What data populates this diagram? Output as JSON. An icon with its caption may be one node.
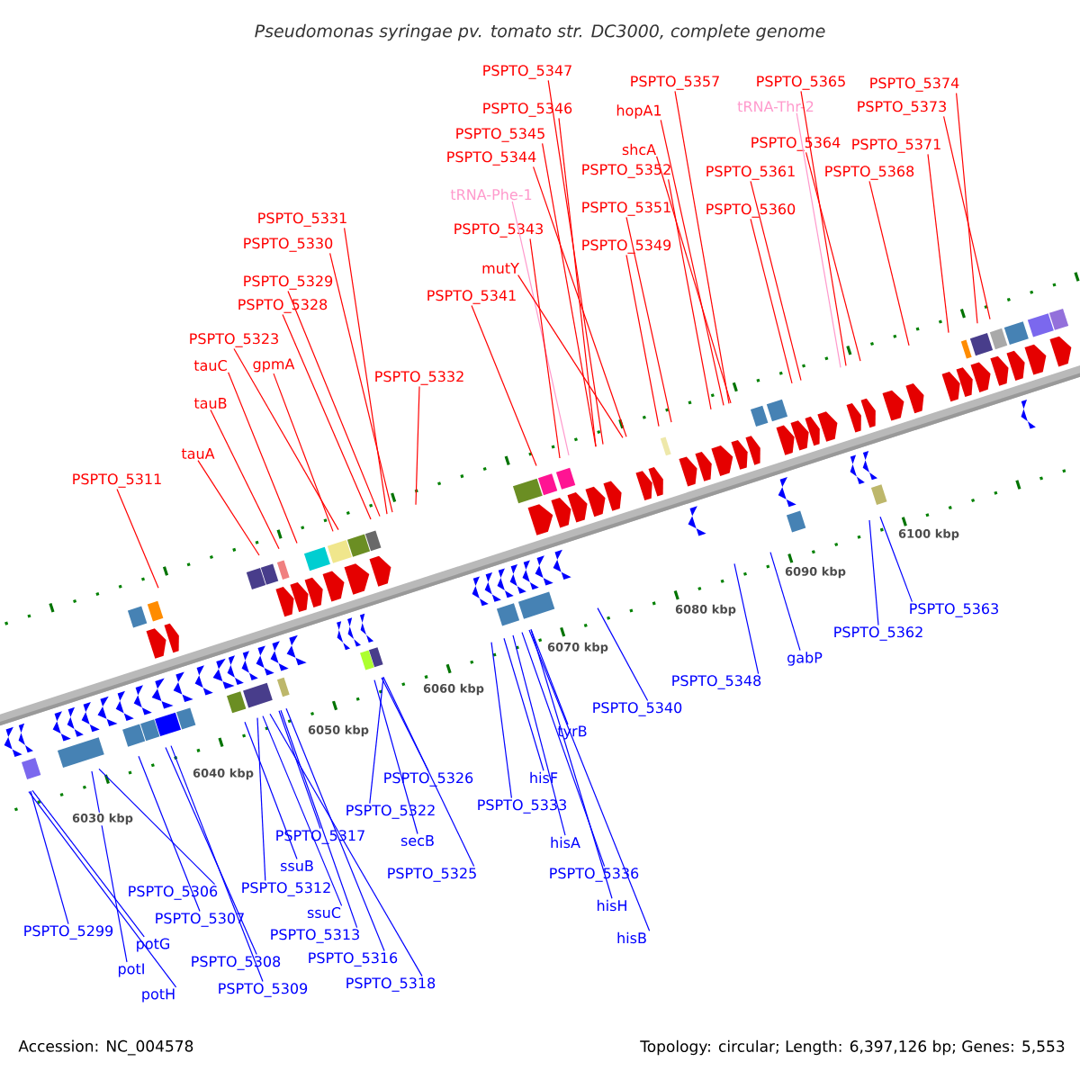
{
  "diagram": {
    "title": "Pseudomonas syringae pv. tomato str. DC3000, complete genome",
    "nodes": [
      {
        "text": [
          "PSPTO_5347"
        ]
      },
      {
        "text": [
          "PSPTO_5346"
        ]
      },
      {
        "text": [
          "PSPTO_5345"
        ]
      },
      {
        "text": [
          "PSPTO_5344"
        ]
      },
      {
        "text": [
          "tRNA-Phe-1"
        ]
      },
      {
        "text": [
          "PSPTO_5343"
        ]
      },
      {
        "text": [
          "mutY"
        ]
      },
      {
        "text": [
          "PSPTO_5341"
        ]
      },
      {
        "text": [
          "PSPTO_5357"
        ]
      },
      {
        "text": [
          "hopA1"
        ]
      },
      {
        "text": [
          "shcA"
        ]
      },
      {
        "text": [
          "PSPTO_5352"
        ]
      },
      {
        "text": [
          "PSPTO_5351"
        ]
      },
      {
        "text": [
          "PSPTO_5349"
        ]
      },
      {
        "text": [
          "PSPTO_5365"
        ]
      },
      {
        "text": [
          "tRNA-Thr-2"
        ]
      },
      {
        "text": [
          "PSPTO_5364"
        ]
      },
      {
        "text": [
          "PSPTO_5361"
        ]
      },
      {
        "text": [
          "PSPTO_5360"
        ]
      },
      {
        "text": [
          "PSPTO_5374"
        ]
      },
      {
        "text": [
          "PSPTO_5373"
        ]
      },
      {
        "text": [
          "PSPTO_5371"
        ]
      },
      {
        "text": [
          "PSPTO_5368"
        ]
      },
      {
        "text": [
          "PSPTO_5331"
        ]
      },
      {
        "text": [
          "PSPTO_5330"
        ]
      },
      {
        "text": [
          "PSPTO_5329"
        ]
      },
      {
        "text": [
          "PSPTO_5328"
        ]
      },
      {
        "text": [
          "PSPTO_5323"
        ]
      },
      {
        "text": [
          "tauC"
        ]
      },
      {
        "text": [
          "gpmA"
        ]
      },
      {
        "text": [
          "tauB"
        ]
      },
      {
        "text": [
          "PSPTO_5332"
        ]
      },
      {
        "text": [
          "tauA"
        ]
      },
      {
        "text": [
          "PSPTO_5311"
        ]
      },
      {
        "text": [
          "PSPTO_5299"
        ]
      },
      {
        "text": [
          "PSPTO_5306"
        ]
      },
      {
        "text": [
          "PSPTO_5307"
        ]
      },
      {
        "text": [
          "potG"
        ]
      },
      {
        "text": [
          "potI"
        ]
      },
      {
        "text": [
          "potH"
        ]
      },
      {
        "text": [
          "PSPTO_5308"
        ]
      },
      {
        "text": [
          "PSPTO_5309"
        ]
      },
      {
        "text": [
          "PSPTO_5317"
        ]
      },
      {
        "text": [
          "ssuB"
        ]
      },
      {
        "text": [
          "PSPTO_5312"
        ]
      },
      {
        "text": [
          "ssuC"
        ]
      },
      {
        "text": [
          "PSPTO_5313"
        ]
      },
      {
        "text": [
          "PSPTO_5316"
        ]
      },
      {
        "text": [
          "PSPTO_5318"
        ]
      },
      {
        "text": [
          "PSPTO_5326"
        ]
      },
      {
        "text": [
          "PSPTO_5322"
        ]
      },
      {
        "text": [
          "secB"
        ]
      },
      {
        "text": [
          "PSPTO_5325"
        ]
      },
      {
        "text": [
          "PSPTO_5333"
        ]
      },
      {
        "text": [
          "hisF"
        ]
      },
      {
        "text": [
          "tyrB"
        ]
      },
      {
        "text": [
          "hisA"
        ]
      },
      {
        "text": [
          "PSPTO_5336"
        ]
      },
      {
        "text": [
          "hisH"
        ]
      },
      {
        "text": [
          "hisB"
        ]
      },
      {
        "text": [
          "PSPTO_5340"
        ]
      },
      {
        "text": [
          "PSPTO_5348"
        ]
      },
      {
        "text": [
          "gabP"
        ]
      },
      {
        "text": [
          "PSPTO_5362"
        ]
      },
      {
        "text": [
          "PSPTO_5363"
        ]
      }
    ],
    "edges": [
      {
        "from": 0,
        "to": null,
        "arrow": "none"
      },
      {
        "from": 1,
        "to": null,
        "arrow": "none"
      },
      {
        "from": 2,
        "to": null,
        "arrow": "none"
      },
      {
        "from": 3,
        "to": null,
        "arrow": "none"
      },
      {
        "from": 4,
        "to": null,
        "arrow": "none",
        "color": "#ff99cc"
      },
      {
        "from": 5,
        "to": null,
        "arrow": "none"
      },
      {
        "from": 6,
        "to": null,
        "arrow": "none"
      },
      {
        "from": 7,
        "to": null,
        "arrow": "none"
      },
      {
        "from": 8,
        "to": null,
        "arrow": "none"
      },
      {
        "from": 9,
        "to": null,
        "arrow": "none"
      },
      {
        "from": 10,
        "to": null,
        "arrow": "none"
      },
      {
        "from": 11,
        "to": null,
        "arrow": "none"
      },
      {
        "from": 12,
        "to": null,
        "arrow": "none"
      },
      {
        "from": 13,
        "to": null,
        "arrow": "none"
      },
      {
        "from": 14,
        "to": null,
        "arrow": "none"
      },
      {
        "from": 15,
        "to": null,
        "arrow": "none",
        "color": "#ff99cc"
      },
      {
        "from": 16,
        "to": null,
        "arrow": "none"
      },
      {
        "from": 17,
        "to": null,
        "arrow": "none"
      },
      {
        "from": 18,
        "to": null,
        "arrow": "none"
      },
      {
        "from": 19,
        "to": null,
        "arrow": "none"
      },
      {
        "from": 20,
        "to": null,
        "arrow": "none"
      },
      {
        "from": 21,
        "to": null,
        "arrow": "none"
      },
      {
        "from": 22,
        "to": null,
        "arrow": "none"
      },
      {
        "from": 23,
        "to": null,
        "arrow": "none"
      },
      {
        "from": 24,
        "to": null,
        "arrow": "none"
      },
      {
        "from": 25,
        "to": null,
        "arrow": "none"
      },
      {
        "from": 26,
        "to": null,
        "arrow": "none"
      },
      {
        "from": 27,
        "to": null,
        "arrow": "none"
      },
      {
        "from": 28,
        "to": null,
        "arrow": "none"
      },
      {
        "from": 29,
        "to": null,
        "arrow": "none"
      },
      {
        "from": 30,
        "to": null,
        "arrow": "none"
      },
      {
        "from": 31,
        "to": null,
        "arrow": "none"
      },
      {
        "from": 32,
        "to": null,
        "arrow": "none"
      },
      {
        "from": 33,
        "to": null,
        "arrow": "none"
      },
      {
        "from": 34,
        "to": null,
        "arrow": "none",
        "color": "#0000ff"
      },
      {
        "from": 35,
        "to": null,
        "arrow": "none",
        "color": "#0000ff"
      },
      {
        "from": 36,
        "to": null,
        "arrow": "none",
        "color": "#0000ff"
      },
      {
        "from": 37,
        "to": null,
        "arrow": "none",
        "color": "#0000ff"
      },
      {
        "from": 38,
        "to": null,
        "arrow": "none",
        "color": "#0000ff"
      },
      {
        "from": 39,
        "to": null,
        "arrow": "none",
        "color": "#0000ff"
      },
      {
        "from": 40,
        "to": null,
        "arrow": "none",
        "color": "#0000ff"
      },
      {
        "from": 41,
        "to": null,
        "arrow": "none",
        "color": "#0000ff"
      },
      {
        "from": 42,
        "to": null,
        "arrow": "none",
        "color": "#0000ff"
      },
      {
        "from": 43,
        "to": null,
        "arrow": "none",
        "color": "#0000ff"
      },
      {
        "from": 44,
        "to": null,
        "arrow": "none",
        "color": "#0000ff"
      },
      {
        "from": 45,
        "to": null,
        "arrow": "none",
        "color": "#0000ff"
      },
      {
        "from": 46,
        "to": null,
        "arrow": "none",
        "color": "#0000ff"
      },
      {
        "from": 47,
        "to": null,
        "arrow": "none",
        "color": "#0000ff"
      },
      {
        "from": 48,
        "to": null,
        "arrow": "none",
        "color": "#0000ff"
      },
      {
        "from": 49,
        "to": null,
        "arrow": "none",
        "color": "#0000ff"
      },
      {
        "from": 50,
        "to": null,
        "arrow": "none",
        "color": "#0000ff"
      },
      {
        "from": 51,
        "to": null,
        "arrow": "none",
        "color": "#0000ff"
      },
      {
        "from": 52,
        "to": null,
        "arrow": "none",
        "color": "#0000ff"
      },
      {
        "from": 53,
        "to": null,
        "arrow": "none",
        "color": "#0000ff"
      },
      {
        "from": 54,
        "to": null,
        "arrow": "none",
        "color": "#0000ff"
      },
      {
        "from": 55,
        "to": null,
        "arrow": "none",
        "color": "#0000ff"
      },
      {
        "from": 56,
        "to": null,
        "arrow": "none",
        "color": "#0000ff"
      },
      {
        "from": 57,
        "to": null,
        "arrow": "none",
        "color": "#0000ff"
      },
      {
        "from": 58,
        "to": null,
        "arrow": "none",
        "color": "#0000ff"
      },
      {
        "from": 59,
        "to": null,
        "arrow": "none",
        "color": "#0000ff"
      },
      {
        "from": 60,
        "to": null,
        "arrow": "none",
        "color": "#0000ff"
      },
      {
        "from": 61,
        "to": null,
        "arrow": "none",
        "color": "#0000ff"
      },
      {
        "from": 62,
        "to": null,
        "arrow": "none",
        "color": "#0000ff"
      },
      {
        "from": 63,
        "to": null,
        "arrow": "none",
        "color": "#0000ff"
      },
      {
        "from": 64,
        "to": null,
        "arrow": "none",
        "color": "#0000ff"
      }
    ],
    "labels": [
      "6030 kbp",
      "6040 kbp",
      "6050 kbp",
      "6060 kbp",
      "6070 kbp",
      "6080 kbp",
      "6090 kbp",
      "6100 kbp",
      "Accession: NC_004578",
      "Topology: circular; Length: 6,397,126 bp; Genes: 5,553"
    ]
  }
}
